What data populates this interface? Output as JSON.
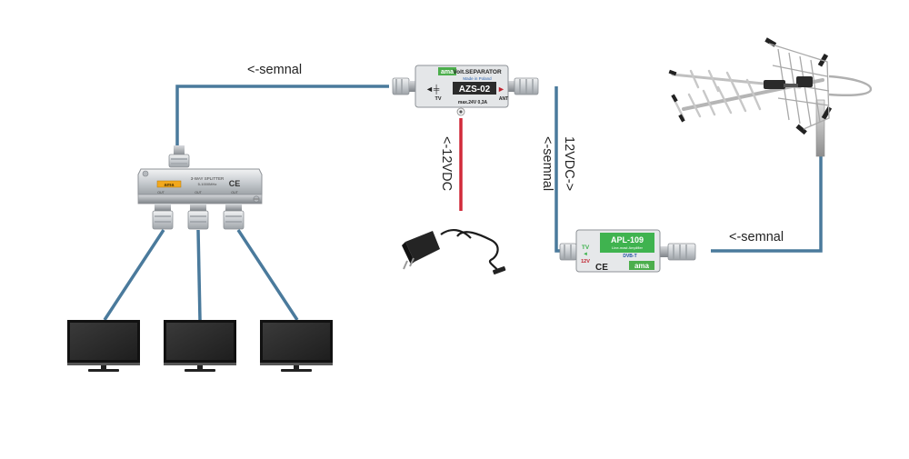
{
  "diagram": {
    "labels": {
      "signal_top": "<-semnal",
      "signal_right": "<-semnal",
      "signal_vertical": "<-semnal",
      "power_12vdc_left": "<-12VDC",
      "power_12vdc_right": "12VDC->"
    },
    "splitter": {
      "brand": "ama",
      "model": "3-WAY SPLITTER",
      "band": "5-1000MHz",
      "mark": "CE",
      "ports": [
        "OUT",
        "OUT",
        "OUT"
      ]
    },
    "separator": {
      "brand": "ama",
      "title": "Volt.SEPARATOR",
      "origin": "Made in Poland",
      "model": "AZS-02",
      "left_port": "TV",
      "right_port": "ANT",
      "rating": "max.24V 0,3A"
    },
    "amplifier": {
      "model": "APL-109",
      "subtitle": "Line-mast Amplifier",
      "band": "DVB-T",
      "voltage": "12V",
      "port": "TV",
      "mark": "CE",
      "brand": "ama"
    },
    "colors": {
      "signal_cable": "#4a7a9c",
      "power_cable": "#d12a3a",
      "device_body": "#d6d9dc",
      "screen": "#2b2b2b",
      "label_green": "#3fb34f",
      "brand_green": "#4cae4c"
    }
  }
}
